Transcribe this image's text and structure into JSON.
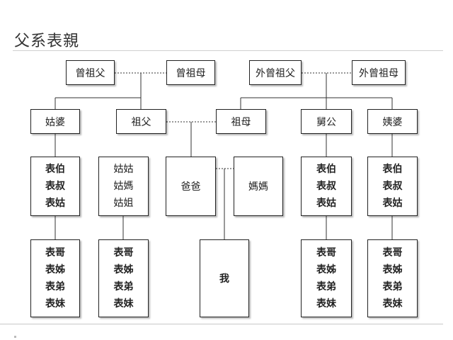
{
  "page": {
    "title": "父系表親"
  },
  "colors": {
    "line": "#333333",
    "box_border": "#222222",
    "rule": "#d0d0d0"
  },
  "great_grandparents": {
    "paternal": {
      "grandfather": "曾祖父",
      "grandmother": "曾祖母"
    },
    "maternal": {
      "grandfather": "外曾祖父",
      "grandmother": "外曾祖母"
    }
  },
  "grandparent_row": {
    "paternal_aunt_grand": "姑婆",
    "grandfather": "祖父",
    "grandmother": "祖母",
    "maternal_uncle_grand": "舅公",
    "maternal_aunt_grand": "姨婆"
  },
  "parent_row": {
    "left_relatives": [
      "表伯",
      "表叔",
      "表姑"
    ],
    "aunts": [
      "姑姑",
      "姑媽",
      "姑姐"
    ],
    "father": "爸爸",
    "mother": "媽媽",
    "uncle_relatives": [
      "表伯",
      "表叔",
      "表姑"
    ],
    "right_relatives": [
      "表伯",
      "表叔",
      "表姑"
    ]
  },
  "cousin_row": {
    "col1": [
      "表哥",
      "表姊",
      "表弟",
      "表妹"
    ],
    "col2": [
      "表哥",
      "表姊",
      "表弟",
      "表妹"
    ],
    "self": "我",
    "col4": [
      "表哥",
      "表姊",
      "表弟",
      "表妹"
    ],
    "col5": [
      "表哥",
      "表姊",
      "表弟",
      "表妹"
    ]
  }
}
